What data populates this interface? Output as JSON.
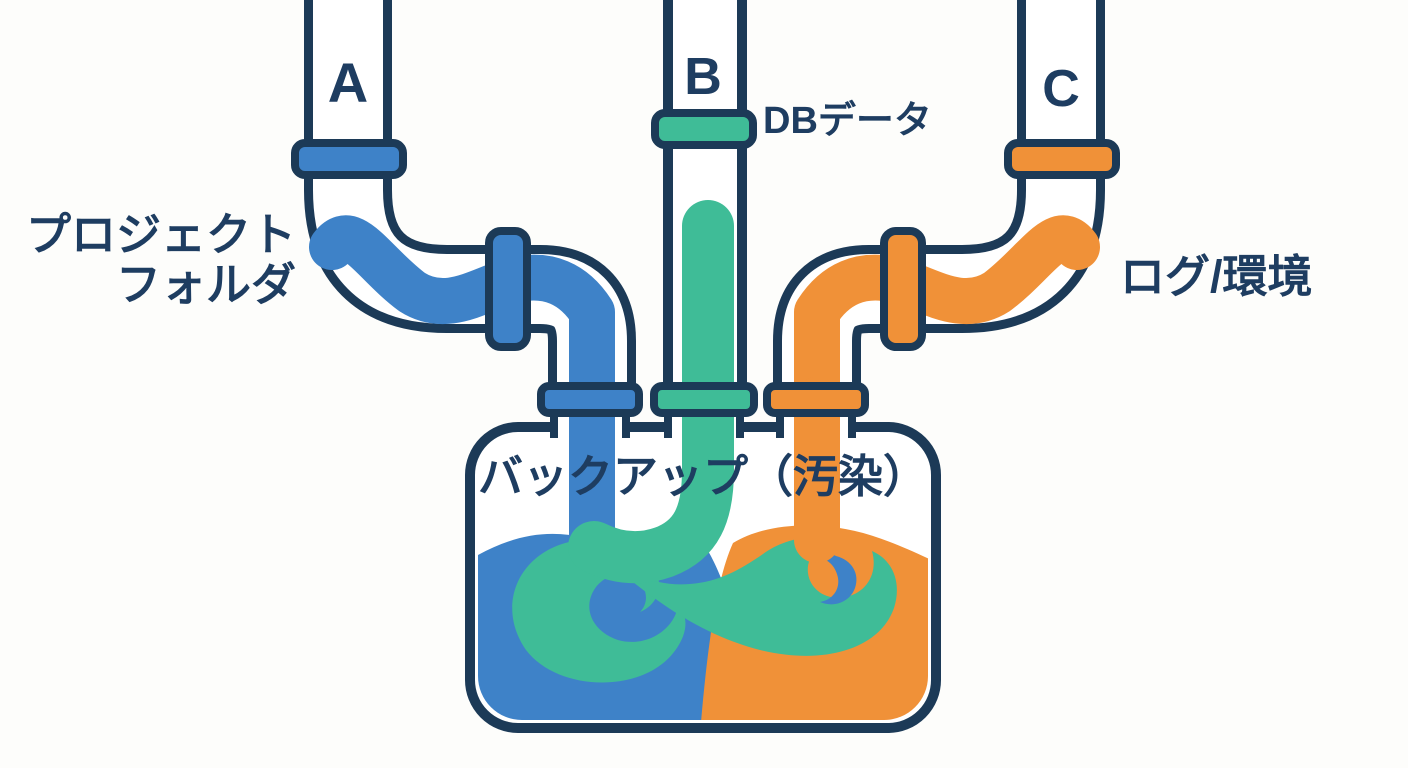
{
  "diagram": {
    "tank": {
      "label": "バックアップ（汚染）"
    },
    "pipes": [
      {
        "id": "a",
        "letter": "A",
        "label_lines": [
          "プロジェクト",
          "フォルダ"
        ],
        "color": "#3e82c8"
      },
      {
        "id": "b",
        "letter": "B",
        "label_lines": [
          "DBデータ"
        ],
        "color": "#3fbc97"
      },
      {
        "id": "c",
        "letter": "C",
        "label_lines": [
          "ログ/環境"
        ],
        "color": "#f09138"
      }
    ]
  },
  "colors": {
    "blue": "#3e82c8",
    "green": "#3fbc97",
    "orange": "#f09138",
    "navy": "#1c3a57",
    "text": "#1e3d61",
    "background": "#fdfdfb"
  }
}
